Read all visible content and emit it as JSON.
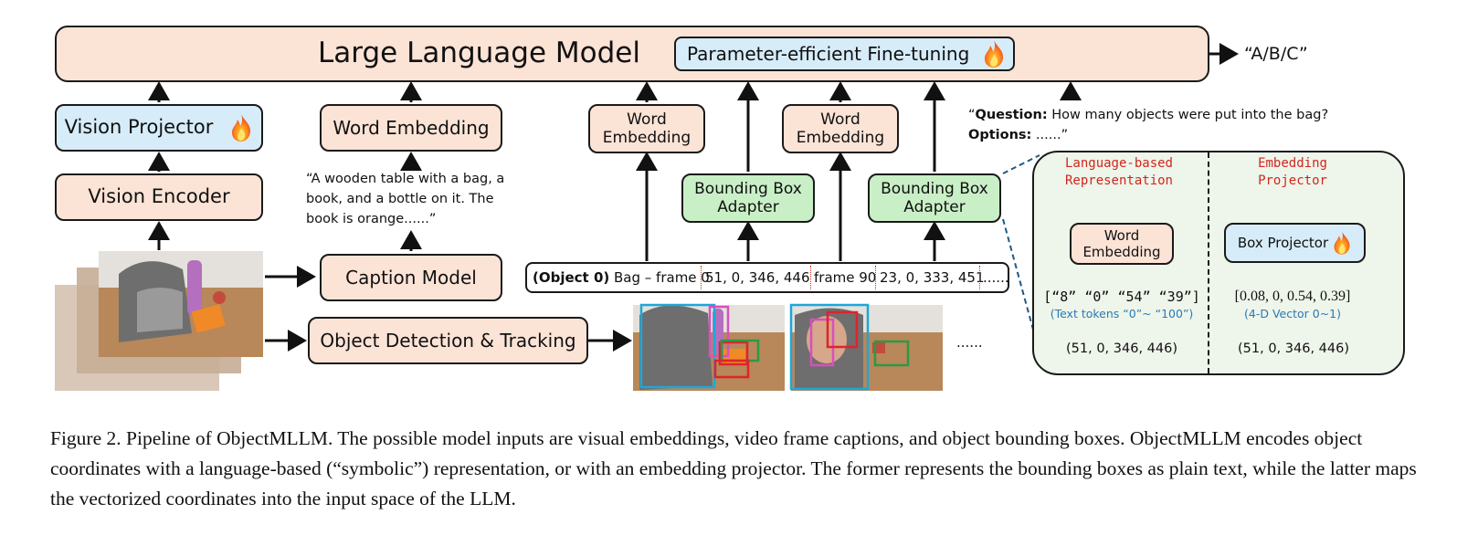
{
  "llm": {
    "title": "Large Language Model",
    "peft": "Parameter-efficient Fine-tuning",
    "output": "“A/B/C”"
  },
  "vision_projector": "Vision Projector",
  "vision_encoder": "Vision Encoder",
  "word_embedding_caption": "Word Embedding",
  "caption_text": "“A wooden table with a bag, a\nbook, and a bottle on it. The\nbook is orange......”",
  "caption_model": "Caption Model",
  "object_detection": "Object Detection & Tracking",
  "word_embedding_1": "Word\nEmbedding",
  "word_embedding_2": "Word\nEmbedding",
  "bbox_adapter_1": "Bounding Box\nAdapter",
  "bbox_adapter_2": "Bounding Box\nAdapter",
  "question": {
    "q_bold": "Question:",
    "q_text": " How many objects were put into the bag?",
    "opt_bold": "Options:",
    "opt_text": " ......”",
    "open_quote": "“"
  },
  "tokens": {
    "obj_bold": "(Object 0)",
    "obj_text": " Bag – frame 0",
    "coords_0": "51, 0,  346, 446",
    "frame_90": "frame 90",
    "coords_90": "23, 0, 333, 451",
    "ellipsis": "......"
  },
  "frames_ellipsis": "......",
  "zoom": {
    "left_title": "Language-based\nRepresentation",
    "right_title": "Embedding\nProjector",
    "word_embedding": "Word\nEmbedding",
    "box_projector": "Box Projector",
    "left_tokens": "[“8”  “0”  “54”  “39”]",
    "left_note": "(Text tokens “0”~ “100”)",
    "right_vector": "[0.08, 0, 0.54, 0.39]",
    "right_note": "(4-D Vector 0~1)",
    "left_input": "(51, 0,  346, 446)",
    "right_input": "(51, 0,  346, 446)"
  },
  "caption": "Figure 2. Pipeline of ObjectMLLM. The possible model inputs are visual embeddings, video frame captions, and object bounding boxes. ObjectMLLM encodes object coordinates with a language-based (“symbolic”) representation, or with an embedding projector. The former represents the bounding boxes as plain text, while the latter maps the vectorized coordinates into the input space of the LLM.",
  "colors": {
    "peach": "#fbe3d6",
    "blue": "#d6ecf8",
    "green": "#c9efc6",
    "red_title": "#d0261d",
    "blue_note": "#2a7ab8",
    "box_cyan": "#1ea7d8",
    "box_red": "#e0232a",
    "box_green": "#2a9a45",
    "box_pink": "#d94fc0"
  },
  "icons": {
    "fire": "fire-icon"
  }
}
